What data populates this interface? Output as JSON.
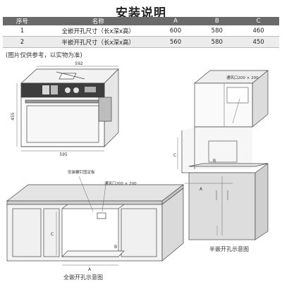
{
  "title": "安装说明",
  "table": {
    "headers": [
      "序号",
      "名称",
      "A",
      "B",
      "C"
    ],
    "rows": [
      [
        "1",
        "全嵌开孔尺寸（长x深x高）",
        "600",
        "580",
        "460"
      ],
      [
        "2",
        "半嵌开孔尺寸（长x深x高）",
        "560",
        "580",
        "450"
      ]
    ]
  },
  "note": "(图片仅供参考，以实物为准)",
  "oven": {
    "dim_top": "592",
    "dim_left": "455",
    "dim_bottom": "595"
  },
  "half_embed": {
    "vent": "通风口200 × 200",
    "label_a": "A",
    "label_b": "B",
    "label_c": "C",
    "caption": "半嵌开孔示意图"
  },
  "full_embed": {
    "screw": "安装螺钉固定板",
    "vent": "通风口200 × 200",
    "label_a": "A",
    "label_b": "B",
    "label_c": "C",
    "caption": "全嵌开孔示意图"
  }
}
